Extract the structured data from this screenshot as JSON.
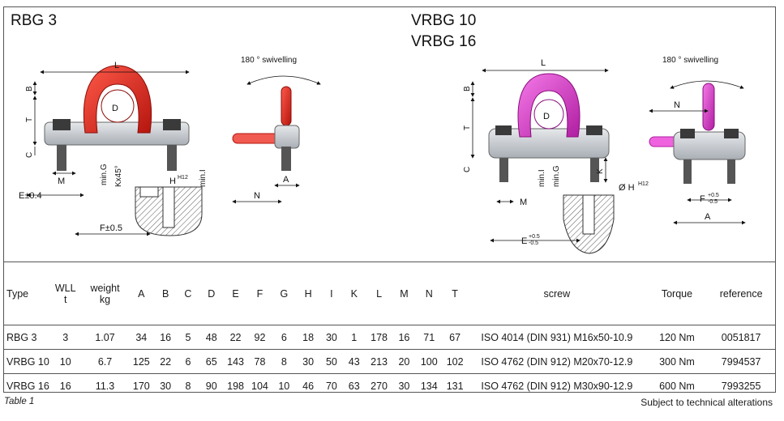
{
  "titles": {
    "left": "RBG 3",
    "right_line1": "VRBG 10",
    "right_line2": "VRBG 16"
  },
  "drawing_labels": {
    "swivel_left": "180 ° swivelling",
    "swivel_right": "180 ° swivelling",
    "L": "L",
    "B": "B",
    "T": "T",
    "C": "C",
    "D": "D",
    "M": "M",
    "E_left": "E±0.4",
    "F_left": "F±0.5",
    "minG": "min.G",
    "Kx45": "Kx45°",
    "H": "H",
    "H12": "H12",
    "minI": "min.I",
    "N": "N",
    "A": "A",
    "K": "K",
    "diamH": "Ø H",
    "E_right": "E",
    "F_right": "F",
    "tol_plus": "+0.5",
    "tol_minus": "-0.5"
  },
  "colors": {
    "rbg_ring": "#e0261c",
    "vrbg_ring": "#e03ad0",
    "steel": "#c9cdd2",
    "bolt": "#3a3a3a"
  },
  "table": {
    "headers": [
      {
        "l1": "Type",
        "l2": ""
      },
      {
        "l1": "WLL",
        "l2": "t"
      },
      {
        "l1": "weight",
        "l2": "kg"
      },
      {
        "l1": "A",
        "l2": ""
      },
      {
        "l1": "B",
        "l2": ""
      },
      {
        "l1": "C",
        "l2": ""
      },
      {
        "l1": "D",
        "l2": ""
      },
      {
        "l1": "E",
        "l2": ""
      },
      {
        "l1": "F",
        "l2": ""
      },
      {
        "l1": "G",
        "l2": ""
      },
      {
        "l1": "H",
        "l2": ""
      },
      {
        "l1": "I",
        "l2": ""
      },
      {
        "l1": "K",
        "l2": ""
      },
      {
        "l1": "L",
        "l2": ""
      },
      {
        "l1": "M",
        "l2": ""
      },
      {
        "l1": "N",
        "l2": ""
      },
      {
        "l1": "T",
        "l2": ""
      },
      {
        "l1": "screw",
        "l2": ""
      },
      {
        "l1": "Torque",
        "l2": ""
      },
      {
        "l1": "reference",
        "l2": ""
      }
    ],
    "rows": [
      [
        "RBG 3",
        "3",
        "1.07",
        "34",
        "16",
        "5",
        "48",
        "22",
        "92",
        "6",
        "18",
        "30",
        "1",
        "178",
        "16",
        "71",
        "67",
        "ISO 4014 (DIN 931)  M16x50-10.9",
        "120 Nm",
        "0051817"
      ],
      [
        "VRBG 10",
        "10",
        "6.7",
        "125",
        "22",
        "6",
        "65",
        "143",
        "78",
        "8",
        "30",
        "50",
        "43",
        "213",
        "20",
        "100",
        "102",
        "ISO 4762 (DIN 912)  M20x70-12.9",
        "300 Nm",
        "7994537"
      ],
      [
        "VRBG 16",
        "16",
        "11.3",
        "170",
        "30",
        "8",
        "90",
        "198",
        "104",
        "10",
        "46",
        "70",
        "63",
        "270",
        "30",
        "134",
        "131",
        "ISO 4762 (DIN 912)  M30x90-12.9",
        "600 Nm",
        "7993255"
      ]
    ]
  },
  "footer": {
    "left": "Table 1",
    "right": "Subject to technical alterations"
  }
}
